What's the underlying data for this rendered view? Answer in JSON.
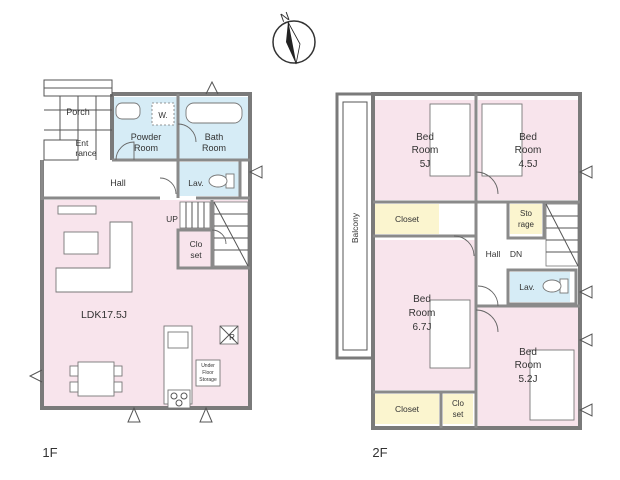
{
  "compass": {
    "letter": "N",
    "icon": "north-arrow-icon"
  },
  "colors": {
    "living": "#f8e4ec",
    "wet": "#d6ecf6",
    "closet": "#fbf5cf",
    "wall": "#7a7a7a"
  },
  "floor1": {
    "label": "1F",
    "rooms": {
      "porch": "Porch",
      "entrance_1": "Ent",
      "entrance_2": "rance",
      "powder_1": "Powder",
      "powder_2": "Room",
      "washer": "W.",
      "bath_1": "Bath",
      "bath_2": "Room",
      "hall": "Hall",
      "lav": "Lav.",
      "stair_up": "UP",
      "closet_1": "Clo",
      "closet_2": "set",
      "ldk": "LDK17.5J",
      "fridge": "R",
      "underfloor_1": "Under",
      "underfloor_2": "Floor",
      "underfloor_3": "Storage"
    }
  },
  "floor2": {
    "label": "2F",
    "rooms": {
      "balcony": "Balcony",
      "bed1_1": "Bed",
      "bed1_2": "Room",
      "bed1_3": "5J",
      "bed2_1": "Bed",
      "bed2_2": "Room",
      "bed2_3": "4.5J",
      "closet_a": "Closet",
      "storage_1": "Sto",
      "storage_2": "rage",
      "hall": "Hall",
      "stair_dn": "DN",
      "bed3_1": "Bed",
      "bed3_2": "Room",
      "bed3_3": "6.7J",
      "lav": "Lav.",
      "bed4_1": "Bed",
      "bed4_2": "Room",
      "bed4_3": "5.2J",
      "closet_b": "Closet",
      "closet_c_1": "Clo",
      "closet_c_2": "set"
    }
  }
}
